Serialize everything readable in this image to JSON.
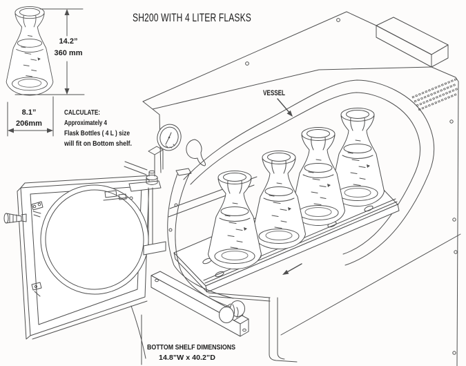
{
  "title": "SH200 WITH 4 LITER FLASKS",
  "flask_dim": {
    "height_in": "14.2”",
    "height_mm": "360 mm",
    "width_in": "8.1”",
    "width_mm": "206mm"
  },
  "note": {
    "l1": "CALCULATE:",
    "l2": "Approximately  4",
    "l3": "Flask Bottles ( 4 L ) size",
    "l4": "will fit on Bottom shelf."
  },
  "labels": {
    "vessel": "VESSEL"
  },
  "bottom_shelf": {
    "heading": "BOTTOM SHELF DIMENSIONS",
    "size": "14.8”W x 40.2”D"
  },
  "colors": {
    "line": "#4f4f4f",
    "text": "#1c1c1c",
    "background": "#fdfcfb"
  }
}
